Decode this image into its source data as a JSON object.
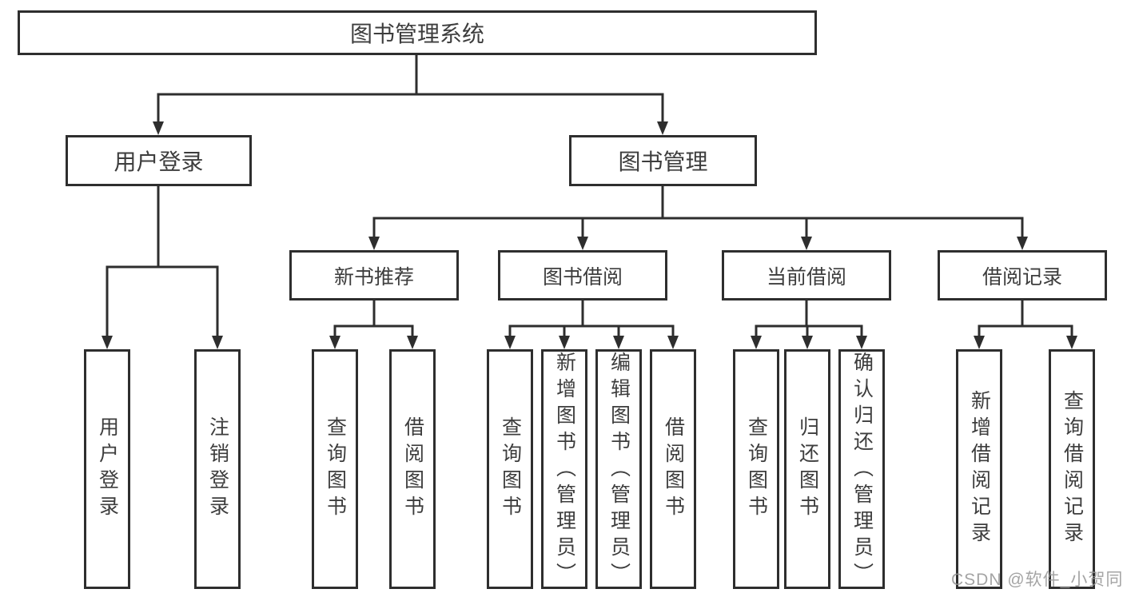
{
  "tree": {
    "root": "图书管理系统",
    "branches": [
      {
        "label": "用户登录",
        "leaves": [
          "用户登录",
          "注销登录"
        ]
      },
      {
        "label": "图书管理",
        "groups": [
          {
            "label": "新书推荐",
            "leaves": [
              "查询图书",
              "借阅图书"
            ]
          },
          {
            "label": "图书借阅",
            "leaves": [
              "查询图书",
              "新增图书（管理员）",
              "编辑图书（管理员）",
              "借阅图书"
            ]
          },
          {
            "label": "当前借阅",
            "leaves": [
              "查询图书",
              "归还图书",
              "确认归还（管理员）"
            ]
          },
          {
            "label": "借阅记录",
            "leaves": [
              "新增借阅记录",
              "查询借阅记录"
            ]
          }
        ]
      }
    ]
  },
  "watermark": {
    "text": "CSDN @软件_小贺同学"
  },
  "colors": {
    "line": "#2e2e2e",
    "text": "#3d3d3d",
    "watermark": "#949494",
    "background": "#ffffff"
  }
}
